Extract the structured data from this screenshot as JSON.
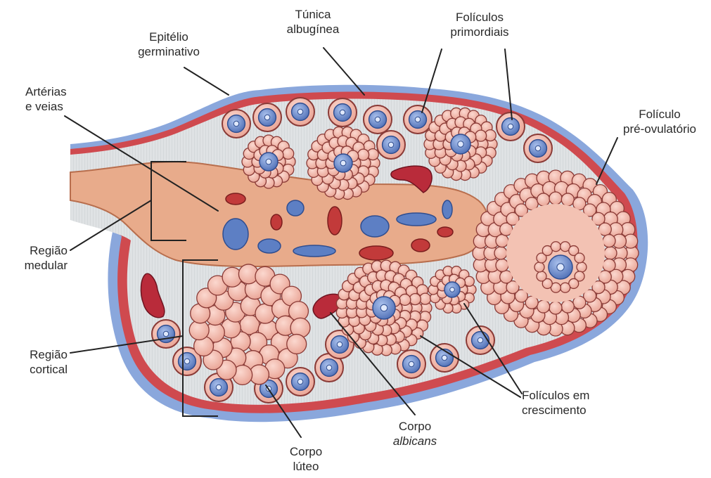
{
  "labels": {
    "epitelio": [
      "Epitélio",
      "germinativo"
    ],
    "tunica": [
      "Túnica",
      "albugínea"
    ],
    "primordiais": [
      "Folículos",
      "primordiais"
    ],
    "arterias": [
      "Artérias",
      "e veias"
    ],
    "preovulatorio": [
      "Folículo",
      "pré-ovulatório"
    ],
    "medular": [
      "Região",
      "medular"
    ],
    "cortical": [
      "Região",
      "cortical"
    ],
    "crescimento": [
      "Folículos em",
      "crescimento"
    ],
    "albicans": [
      "Corpo",
      "albicans"
    ],
    "luteo": [
      "Corpo",
      "lúteo"
    ]
  },
  "colors": {
    "outer_epithelium": "#7f9fd6",
    "tunica_albuginea": "#d0454d",
    "cortex_fill": "#d9dde0",
    "medulla": "#e7a989",
    "medulla_edge": "#b8704e",
    "granulosa_cell": "#f2b7aa",
    "granulosa_edge": "#8a3a36",
    "oocyte": "#6b89c9",
    "oocyte_nucleus": "#2f4d8f",
    "antrum": "#f3c2b3",
    "corpus_albicans": "#b92b3a",
    "vessel_red": "#c23a3a",
    "vessel_blue": "#5d7fc4"
  }
}
